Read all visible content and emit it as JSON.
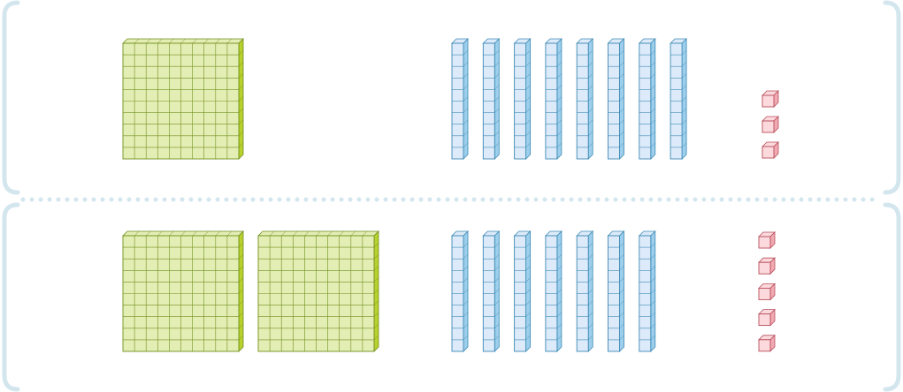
{
  "colors": {
    "frame": "#d3e6ee",
    "hundreds_fill": "#e3eeb4",
    "hundreds_stroke": "#708f1f",
    "hundreds_side": "#b8d12e",
    "tens_fill": "#ddeaf9",
    "tens_stroke": "#3d8bb5",
    "tens_side": "#9dcfec",
    "ones_fill": "#fbd9dd",
    "ones_stroke": "#b84e5b",
    "ones_side": "#f1aab2"
  },
  "rows": [
    {
      "hundreds": 1,
      "tens": 8,
      "ones": 3
    },
    {
      "hundreds": 2,
      "tens": 7,
      "ones": 5
    }
  ]
}
